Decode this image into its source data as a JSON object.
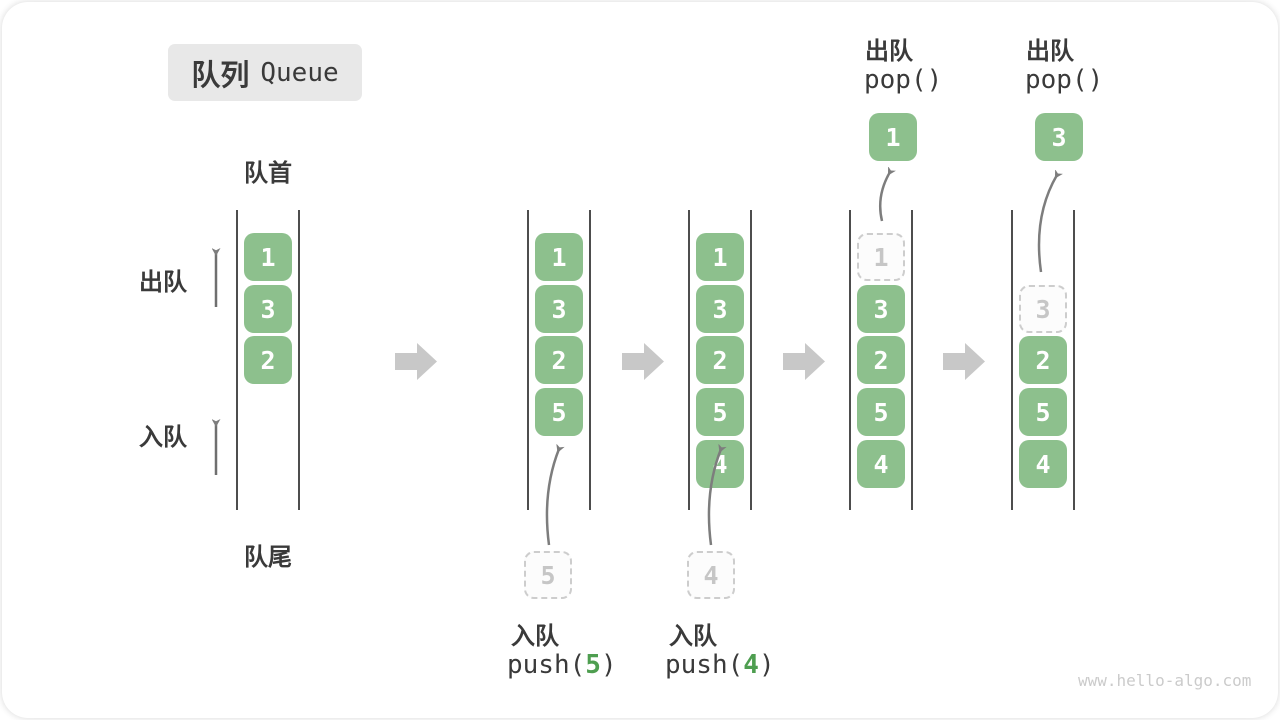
{
  "title": {
    "zh": "队列",
    "en": "Queue"
  },
  "axis_labels": {
    "front": "队首",
    "rear": "队尾",
    "dequeue_side": "出队",
    "enqueue_side": "入队"
  },
  "colors": {
    "box_green": "#8dc08d",
    "code_green": "#4e9e50",
    "wall_dark": "#4d4d4d",
    "thin_arrow": "#7d7d7d",
    "block_arrow": "#c8c8c8",
    "dashed_border": "#cdcdcd",
    "badge_bg": "#e8e8e8",
    "text_dark": "#3a3a3a",
    "watermark_gray": "#cbcbcb"
  },
  "states": [
    {
      "cells": [
        {
          "v": "1"
        },
        {
          "v": "3"
        },
        {
          "v": "2"
        }
      ]
    },
    {
      "cells": [
        {
          "v": "1"
        },
        {
          "v": "3"
        },
        {
          "v": "2"
        },
        {
          "v": "5"
        }
      ],
      "incoming": "5"
    },
    {
      "cells": [
        {
          "v": "1"
        },
        {
          "v": "3"
        },
        {
          "v": "2"
        },
        {
          "v": "5"
        },
        {
          "v": "4"
        }
      ],
      "incoming": "4"
    },
    {
      "cells": [
        {
          "v": "1"
        },
        {
          "v": "3"
        },
        {
          "v": "2"
        },
        {
          "v": "5"
        },
        {
          "v": "4"
        }
      ],
      "popped": "1"
    },
    {
      "cells": [
        {
          "v": "3"
        },
        {
          "v": "2"
        },
        {
          "v": "5"
        },
        {
          "v": "4"
        }
      ],
      "popped": "3"
    }
  ],
  "operations": {
    "push5": {
      "label": "入队",
      "code_pre": "push(",
      "arg": "5",
      "code_post": ")"
    },
    "push4": {
      "label": "入队",
      "code_pre": "push(",
      "arg": "4",
      "code_post": ")"
    },
    "pop1": {
      "label": "出队",
      "code": "pop()"
    },
    "pop2": {
      "label": "出队",
      "code": "pop()"
    }
  },
  "watermark": "www.hello-algo.com"
}
